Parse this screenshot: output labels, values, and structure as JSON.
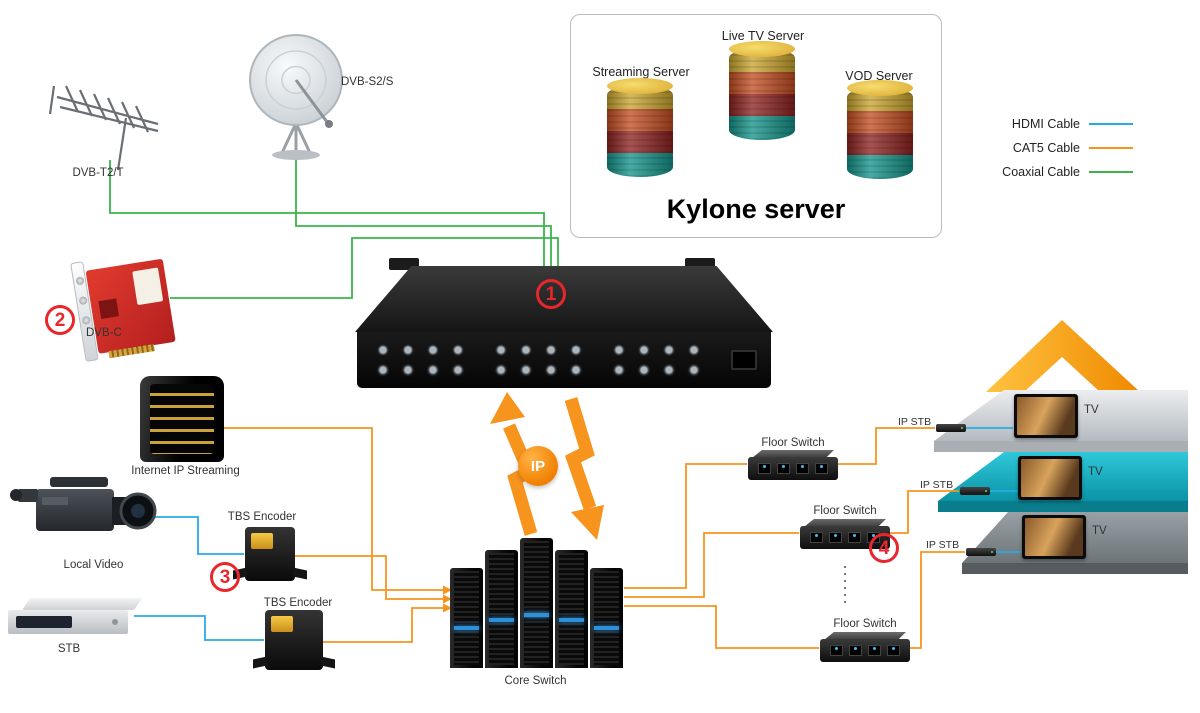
{
  "colors": {
    "hdmi_cable": "#29abe2",
    "cat5_cable": "#f7941e",
    "coaxial_cable": "#39b54a",
    "marker_red": "#e8262c",
    "roof_orange": "#f7a000",
    "floor1_silver": "#cfd4d8",
    "floor2_teal": "#14b4c6",
    "floor3_gray": "#828a8e",
    "ip_badge_orange": "#f07f00"
  },
  "legend": {
    "items": [
      {
        "label": "HDMI Cable",
        "color": "#29abe2"
      },
      {
        "label": "CAT5 Cable",
        "color": "#f7941e"
      },
      {
        "label": "Coaxial Cable",
        "color": "#39b54a"
      }
    ]
  },
  "kylone": {
    "title": "Kylone server",
    "servers": [
      "Streaming Server",
      "Live TV Server",
      "VOD Server"
    ]
  },
  "labels": {
    "antenna": "DVB-T2/T",
    "dish": "DVB-S2/S",
    "dvbc": "DVB-C",
    "internet_ip_streaming": "Internet IP Streaming",
    "local_video": "Local Video",
    "stb": "STB",
    "tbs_encoder_1": "TBS Encoder",
    "tbs_encoder_2": "TBS Encoder",
    "core_switch": "Core Switch",
    "ip_badge": "IP",
    "floor_switch_1": "Floor Switch",
    "floor_switch_2": "Floor Switch",
    "floor_switch_3": "Floor Switch",
    "ip_stb_1": "IP STB",
    "ip_stb_2": "IP STB",
    "ip_stb_3": "IP STB",
    "tv_1": "TV",
    "tv_2": "TV",
    "tv_3": "TV"
  },
  "markers": {
    "m1": "1",
    "m2": "2",
    "m3": "3",
    "m4": "4"
  }
}
